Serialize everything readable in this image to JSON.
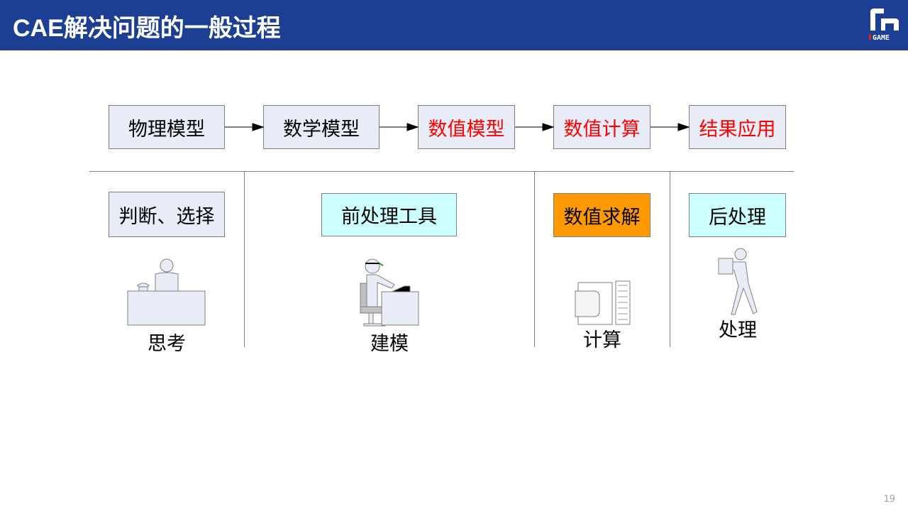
{
  "header": {
    "title": "CAE解决问题的一般过程",
    "logo_text": "iGAME"
  },
  "flow": [
    {
      "label": "物理模型",
      "highlight": false
    },
    {
      "label": "数学模型",
      "highlight": false
    },
    {
      "label": "数值模型",
      "highlight": true
    },
    {
      "label": "数值计算",
      "highlight": true
    },
    {
      "label": "结果应用",
      "highlight": true
    }
  ],
  "stages": [
    {
      "box": "判断、选择",
      "caption": "思考",
      "icon": "person-at-desk-icon"
    },
    {
      "box": "前处理工具",
      "caption": "建模",
      "icon": "person-at-computer-icon"
    },
    {
      "box": "数值求解",
      "caption": "计算",
      "icon": "computer-printout-icon"
    },
    {
      "box": "后处理",
      "caption": "处理",
      "icon": "walking-person-icon"
    }
  ],
  "colors": {
    "header": "#1c3f94",
    "box": "#e8ecf6",
    "cyan": "#ccffff",
    "orange": "#ff9900",
    "red": "#ff0000"
  },
  "page_number": "19"
}
